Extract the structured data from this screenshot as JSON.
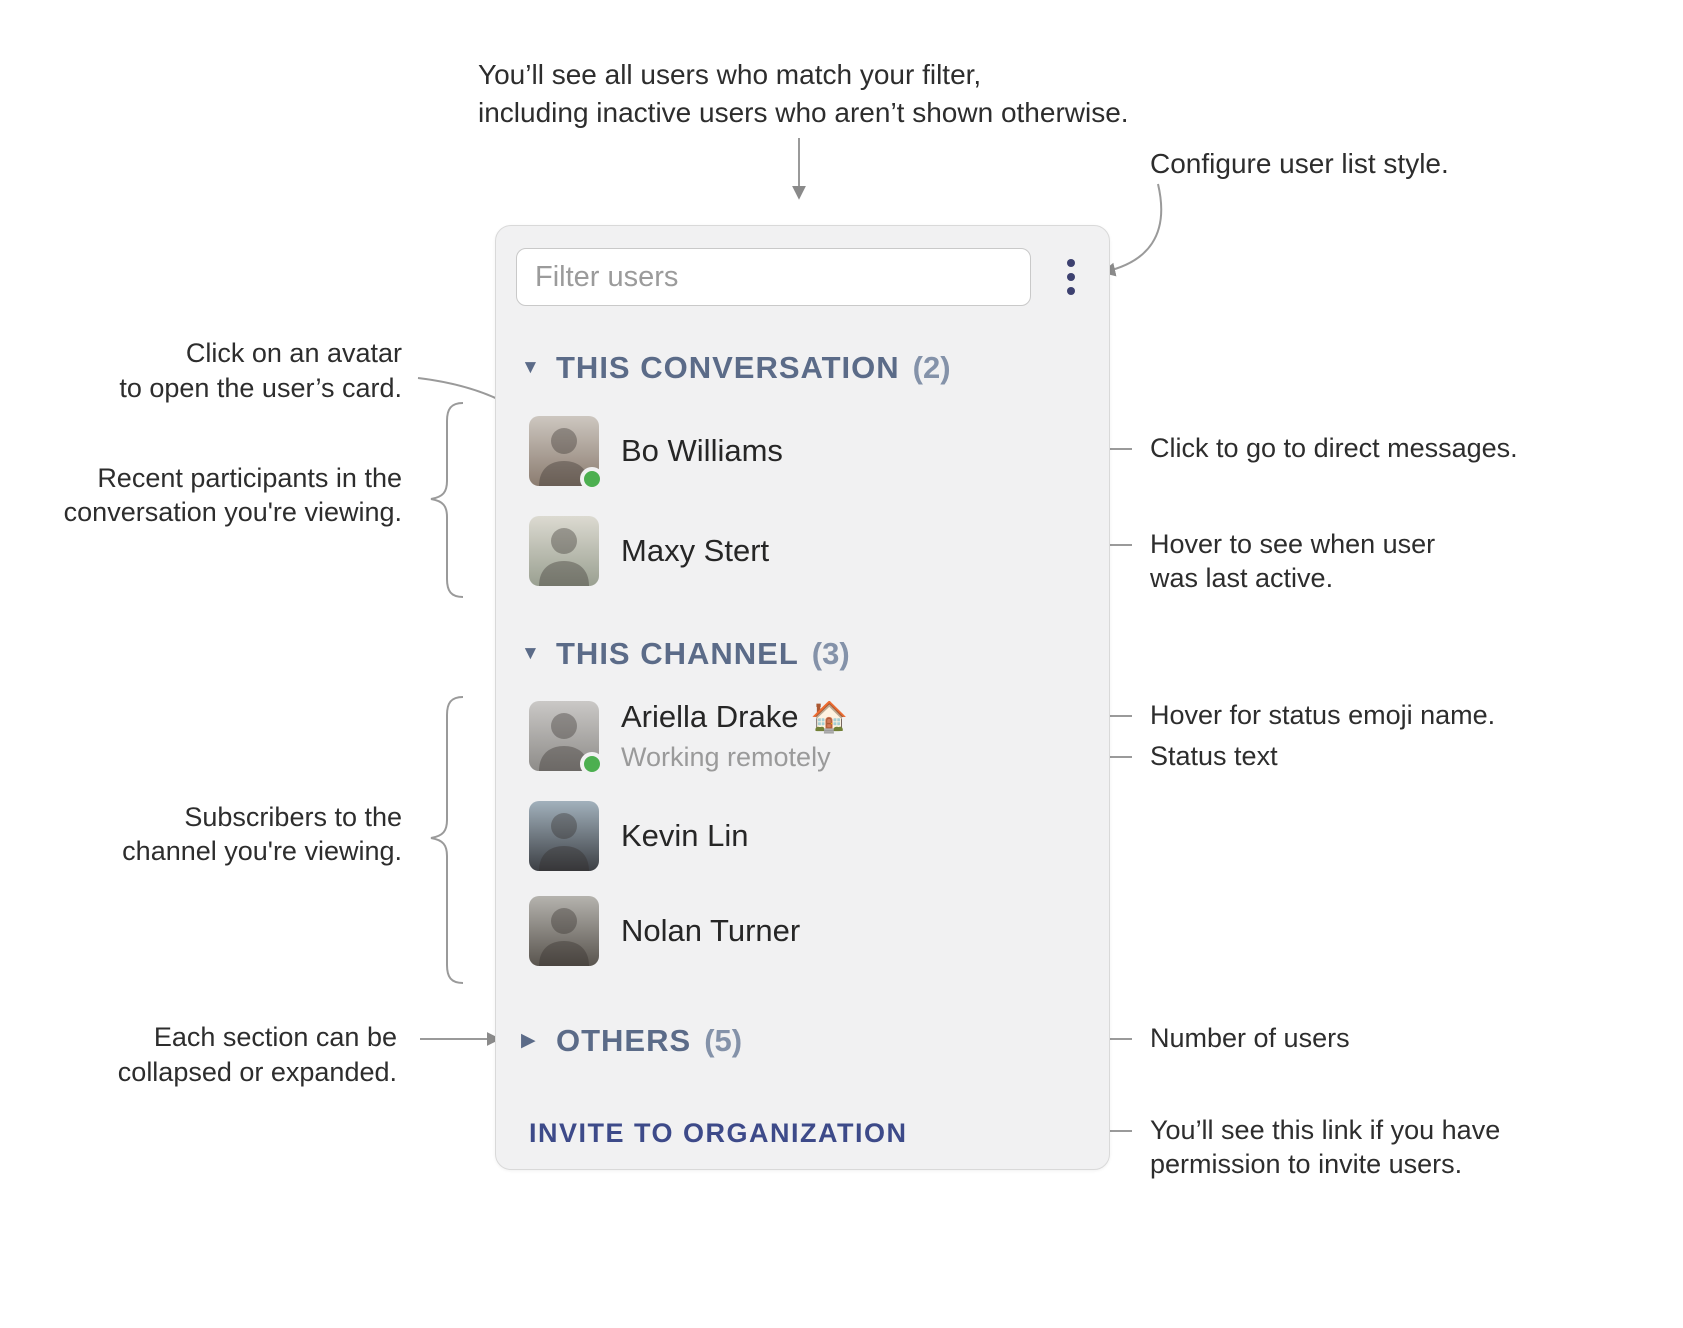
{
  "panel": {
    "filter_placeholder": "Filter users",
    "sections": [
      {
        "label": "THIS CONVERSATION",
        "count": "(2)",
        "collapsed": false,
        "users": [
          {
            "name": "Bo Williams",
            "online": true,
            "avatar_colors": [
              "#cdc7c0",
              "#8b7c70"
            ]
          },
          {
            "name": "Maxy Stert",
            "online": false,
            "avatar_colors": [
              "#dcdad1",
              "#9aa091"
            ]
          }
        ]
      },
      {
        "label": "THIS CHANNEL",
        "count": "(3)",
        "collapsed": false,
        "users": [
          {
            "name": "Ariella Drake",
            "status_emoji": "🏠",
            "status_text": "Working remotely",
            "online": true,
            "avatar_colors": [
              "#cac8c6",
              "#8e8c89"
            ]
          },
          {
            "name": "Kevin Lin",
            "online": false,
            "avatar_colors": [
              "#a2b1bc",
              "#3c3f44"
            ]
          },
          {
            "name": "Nolan Turner",
            "online": false,
            "avatar_colors": [
              "#b5b3ae",
              "#59544e"
            ]
          }
        ]
      },
      {
        "label": "OTHERS",
        "count": "(5)",
        "collapsed": true,
        "users": []
      }
    ],
    "invite_label": "INVITE TO ORGANIZATION"
  },
  "icons": {
    "triangle_down": "▼",
    "triangle_right": "▶",
    "menu": "kebab-vertical",
    "presence": "green-dot"
  },
  "colors": {
    "section_header": "#5b6b88",
    "section_count": "#8492a9",
    "invite_link": "#3d4a89",
    "presence_online": "#4caf50",
    "menu_icon": "#3d4170",
    "panel_bg": "#f1f1f2"
  },
  "annotations": {
    "filter_note": "You’ll see all users who match your filter,\nincluding inactive users who aren’t shown otherwise.",
    "configure_note": "Configure user list style.",
    "avatar_note": "Click on an avatar\nto open the user’s card.",
    "recent_note": "Recent participants in the\nconversation you're viewing.",
    "dm_note": "Click to go to direct messages.",
    "last_active_note": "Hover to see when user\nwas last active.",
    "status_emoji_note": "Hover for status emoji name.",
    "status_text_note": "Status text",
    "subscribers_note": "Subscribers to the\nchannel you're viewing.",
    "collapse_note": "Each section can be\ncollapsed or expanded.",
    "count_note": "Number of users",
    "invite_note": "You’ll see this link if you have\npermission to invite users."
  }
}
